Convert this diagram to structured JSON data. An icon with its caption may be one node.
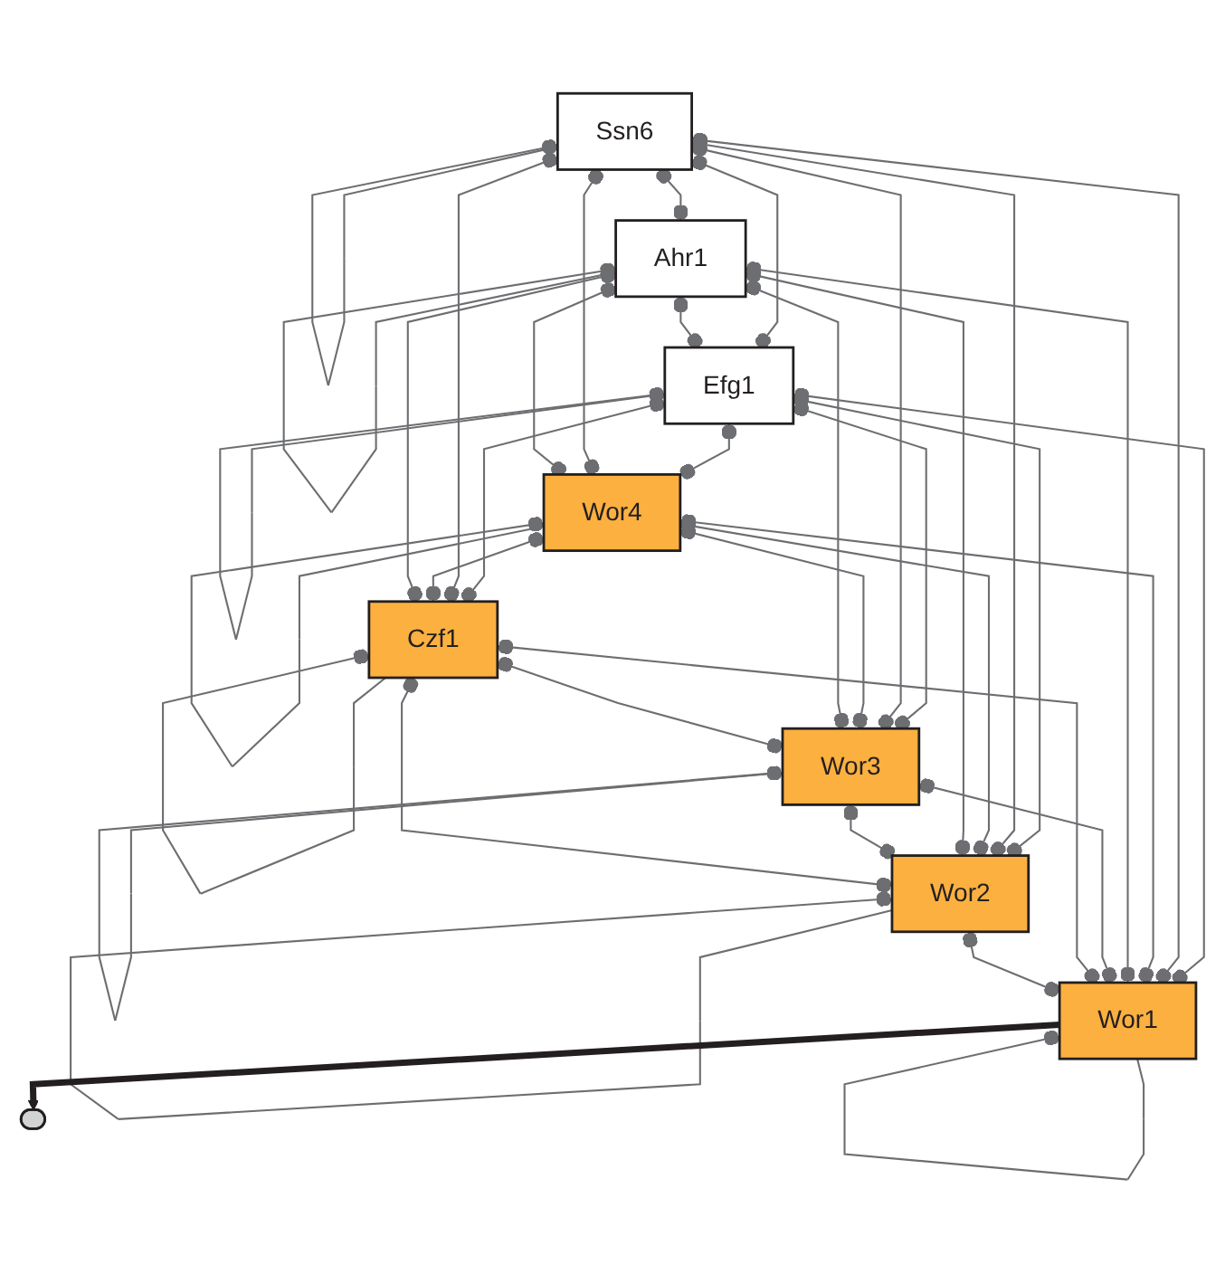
{
  "diagram": {
    "nodes": [
      {
        "text": [
          "Efg1"
        ]
      },
      {
        "text": [
          "Ssn6"
        ]
      },
      {
        "text": [
          "Wor4"
        ]
      },
      {
        "text": [
          "Ahr1"
        ]
      },
      {
        "text": [
          "Wor3"
        ]
      },
      {
        "text": [
          "Czf1"
        ]
      },
      {
        "text": [
          "Wor2"
        ]
      },
      {
        "text": [
          "Wor1"
        ]
      },
      {
        "text": [],
        "shape": "ellipse"
      }
    ],
    "edges": [
      {
        "from": 0,
        "to": 0,
        "arrow": "other"
      },
      {
        "from": 1,
        "to": 1,
        "arrow": "other"
      },
      {
        "from": 2,
        "to": 2,
        "arrow": "other"
      },
      {
        "from": 3,
        "to": 3,
        "arrow": "other"
      },
      {
        "from": 4,
        "to": 4,
        "arrow": "other"
      },
      {
        "from": 5,
        "to": 5,
        "arrow": "other"
      },
      {
        "from": 6,
        "to": 6,
        "arrow": "other"
      },
      {
        "from": 7,
        "to": 7,
        "arrow": "other"
      },
      {
        "from": 1,
        "to": 0,
        "arrow": "other"
      },
      {
        "from": 3,
        "to": 0,
        "arrow": "other"
      },
      {
        "from": 0,
        "to": 2,
        "arrow": "other"
      },
      {
        "from": 0,
        "to": 4,
        "arrow": "other"
      },
      {
        "from": 0,
        "to": 5,
        "arrow": "other"
      },
      {
        "from": 0,
        "to": 6,
        "arrow": "other"
      },
      {
        "from": 0,
        "to": 7,
        "arrow": "other"
      },
      {
        "from": 1,
        "to": 2,
        "arrow": "other"
      },
      {
        "from": 1,
        "to": 3,
        "arrow": "other"
      },
      {
        "from": 1,
        "to": 4,
        "arrow": "other"
      },
      {
        "from": 1,
        "to": 5,
        "arrow": "other"
      },
      {
        "from": 1,
        "to": 6,
        "arrow": "other"
      },
      {
        "from": 1,
        "to": 7,
        "arrow": "other"
      },
      {
        "from": 3,
        "to": 2,
        "arrow": "other"
      },
      {
        "from": 2,
        "to": 4,
        "arrow": "other"
      },
      {
        "from": 2,
        "to": 5,
        "arrow": "other"
      },
      {
        "from": 2,
        "to": 6,
        "arrow": "other"
      },
      {
        "from": 2,
        "to": 7,
        "arrow": "other"
      },
      {
        "from": 3,
        "to": 4,
        "arrow": "other"
      },
      {
        "from": 3,
        "to": 5,
        "arrow": "other"
      },
      {
        "from": 3,
        "to": 6,
        "arrow": "other"
      },
      {
        "from": 3,
        "to": 7,
        "arrow": "other"
      },
      {
        "from": 5,
        "to": 4,
        "arrow": "other"
      },
      {
        "from": 4,
        "to": 6,
        "arrow": "other"
      },
      {
        "from": 4,
        "to": 7,
        "arrow": "other"
      },
      {
        "from": 5,
        "to": 6,
        "arrow": "other"
      },
      {
        "from": 5,
        "to": 7,
        "arrow": "other"
      },
      {
        "from": 6,
        "to": 7,
        "arrow": "other"
      },
      {
        "from": 7,
        "to": 8,
        "arrow": "to",
        "style": "thick",
        "color": "#231f20"
      }
    ]
  }
}
